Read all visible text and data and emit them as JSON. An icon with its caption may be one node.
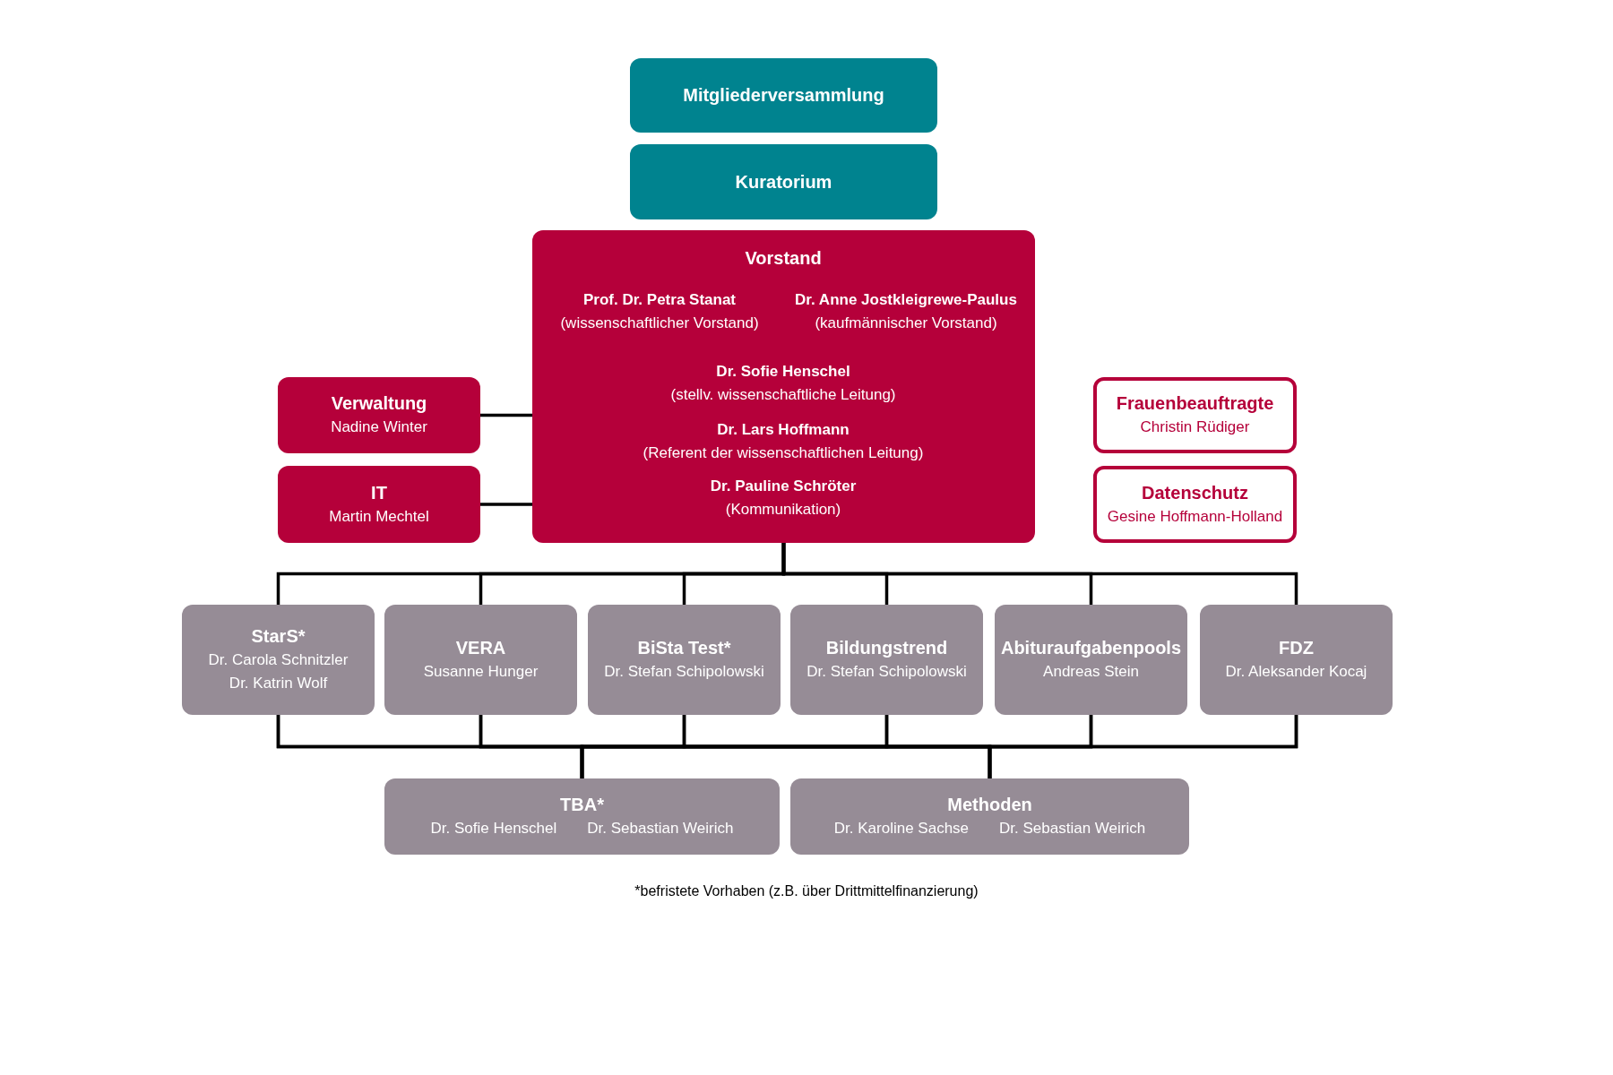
{
  "diagram": {
    "caption": "*befristete Vorhaben (z.B. über Drittmittelfinanzierung)",
    "nodes": [
      {
        "text": [
          "Mitgliederversammlung"
        ]
      },
      {
        "text": [
          "Kuratorium"
        ]
      },
      {
        "text": [
          "Vorstand",
          "Prof. Dr. Petra Stanat",
          "(wissenschaftlicher Vorstand)",
          "Dr. Anne Jostkleigrewe-Paulus",
          "(kaufmännischer Vorstand)",
          "Dr. Sofie Henschel",
          "(stellv. wissenschaftliche Leitung)",
          "Dr. Lars Hoffmann",
          "(Referent der wissenschaftlichen Leitung)",
          "Dr. Pauline Schröter",
          "(Kommunikation)"
        ]
      },
      {
        "text": [
          "Verwaltung",
          "Nadine Winter"
        ]
      },
      {
        "text": [
          "IT",
          "Martin Mechtel"
        ]
      },
      {
        "text": [
          "Frauenbeauftragte",
          "Christin Rüdiger"
        ]
      },
      {
        "text": [
          "Datenschutz",
          "Gesine Hoffmann-Holland"
        ]
      },
      {
        "text": [
          "StarS*",
          "Dr. Carola Schnitzler",
          "Dr. Katrin Wolf"
        ]
      },
      {
        "text": [
          "VERA",
          "Susanne Hunger"
        ]
      },
      {
        "text": [
          "BiSta Test*",
          "Dr. Stefan Schipolowski"
        ]
      },
      {
        "text": [
          "Bildungstrend",
          "Dr. Stefan Schipolowski"
        ]
      },
      {
        "text": [
          "Abituraufgabenpools",
          "Andreas Stein"
        ]
      },
      {
        "text": [
          "FDZ",
          "Dr. Aleksander Kocaj"
        ]
      },
      {
        "text": [
          "TBA*",
          "Dr. Sofie Henschel",
          "Dr. Sebastian Weirich"
        ]
      },
      {
        "text": [
          "Methoden",
          "Dr. Karoline Sachse",
          "Dr. Sebastian Weirich"
        ]
      }
    ],
    "edges": [
      {
        "from": 3,
        "to": 2,
        "arrow": "none"
      },
      {
        "from": 4,
        "to": 2,
        "arrow": "none"
      },
      {
        "from": 2,
        "to": 7,
        "arrow": "none"
      },
      {
        "from": 2,
        "to": 8,
        "arrow": "none"
      },
      {
        "from": 2,
        "to": 9,
        "arrow": "none"
      },
      {
        "from": 2,
        "to": 10,
        "arrow": "none"
      },
      {
        "from": 2,
        "to": 11,
        "arrow": "none"
      },
      {
        "from": 2,
        "to": 12,
        "arrow": "none"
      },
      {
        "from": 7,
        "to": 13,
        "arrow": "none"
      },
      {
        "from": 7,
        "to": 14,
        "arrow": "none"
      },
      {
        "from": 8,
        "to": 13,
        "arrow": "none"
      },
      {
        "from": 8,
        "to": 14,
        "arrow": "none"
      },
      {
        "from": 9,
        "to": 13,
        "arrow": "none"
      },
      {
        "from": 9,
        "to": 14,
        "arrow": "none"
      },
      {
        "from": 10,
        "to": 13,
        "arrow": "none"
      },
      {
        "from": 10,
        "to": 14,
        "arrow": "none"
      },
      {
        "from": 11,
        "to": 13,
        "arrow": "none"
      },
      {
        "from": 11,
        "to": 14,
        "arrow": "none"
      },
      {
        "from": 12,
        "to": 13,
        "arrow": "none"
      },
      {
        "from": 12,
        "to": 14,
        "arrow": "none"
      }
    ]
  }
}
